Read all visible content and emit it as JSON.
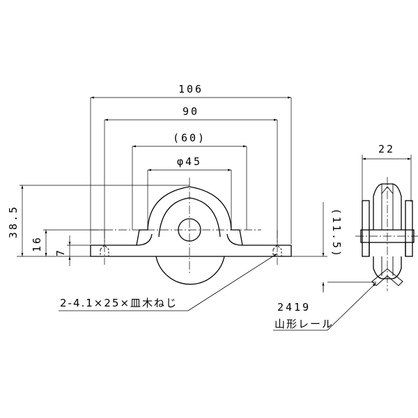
{
  "drawing": {
    "dimensions": {
      "overall_width": "106",
      "hole_pitch": "90",
      "wheel_diameter": "(60)",
      "bore_diameter": "φ45",
      "side_width": "22",
      "overall_height": "38.5",
      "axle_height": "16",
      "plate_thickness": "7",
      "rail_offset": "(11.5)"
    },
    "notes": {
      "screw_spec": "2-4.1×25×皿木ねじ",
      "rail_code": "2419",
      "rail_name": "山形レール"
    }
  }
}
